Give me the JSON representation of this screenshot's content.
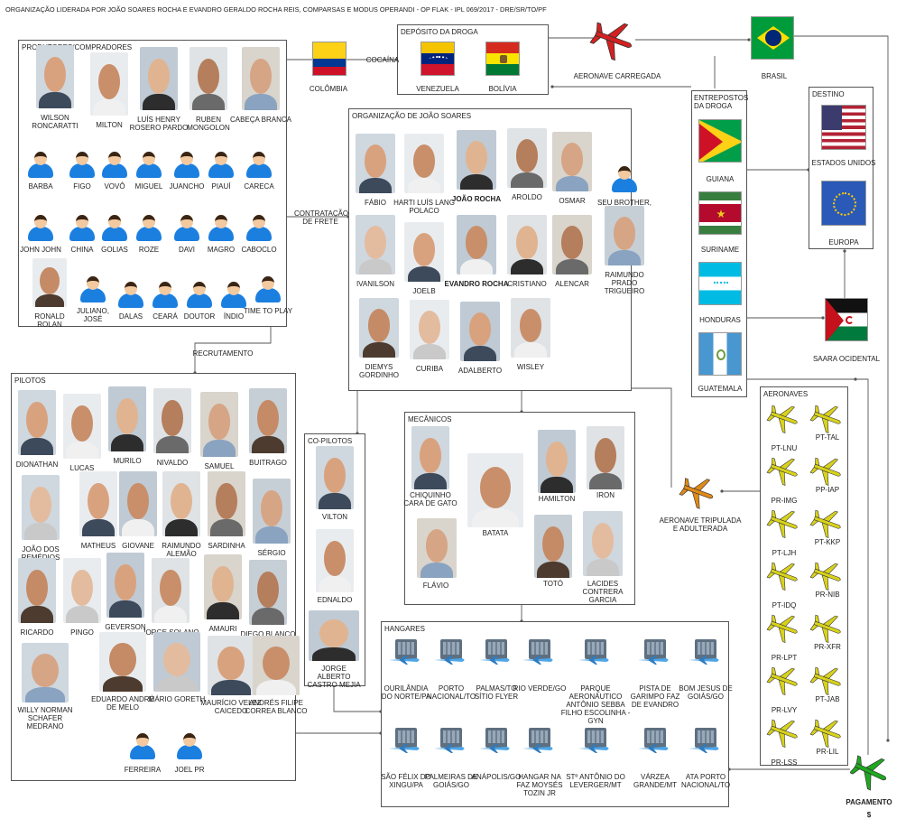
{
  "header": {
    "title": "ORGANIZAÇÃO LIDERADA POR JOÃO SOARES ROCHA E EVANDRO GERALDO ROCHA REIS, COMPARSAS E MODUS OPERANDI - OP FLAK - IPL 069/2017 - DRE/SR/TO/PF"
  },
  "colors": {
    "border": "#555555",
    "line": "#555555",
    "avatar_shirt": "#1b7fe0",
    "plane_red": "#d42020",
    "plane_yellow": "#d8d21c",
    "plane_orange": "#e08a18",
    "plane_green": "#1fa81f"
  },
  "groups": {
    "produtores": {
      "title": "PRODUTORES/COMPRADORES",
      "members": [
        {
          "name": "WILSON RONCARATTI",
          "kind": "photo"
        },
        {
          "name": "MILTON",
          "kind": "photo"
        },
        {
          "name": "LUÍS HENRY ROSERO PARDO",
          "kind": "photo"
        },
        {
          "name": "RUBEN MONGOLON",
          "kind": "photo"
        },
        {
          "name": "CABEÇA BRANCA",
          "kind": "photo"
        },
        {
          "name": "BARBA",
          "kind": "avatar"
        },
        {
          "name": "FIGO",
          "kind": "avatar"
        },
        {
          "name": "VOVÔ",
          "kind": "avatar"
        },
        {
          "name": "MIGUEL",
          "kind": "avatar"
        },
        {
          "name": "JUANCHO",
          "kind": "avatar"
        },
        {
          "name": "PIAUÍ",
          "kind": "avatar"
        },
        {
          "name": "CARECA",
          "kind": "avatar"
        },
        {
          "name": "JOHN JOHN",
          "kind": "avatar"
        },
        {
          "name": "CHINA",
          "kind": "avatar"
        },
        {
          "name": "GOLIAS",
          "kind": "avatar"
        },
        {
          "name": "ROZE",
          "kind": "avatar"
        },
        {
          "name": "DAVI",
          "kind": "avatar"
        },
        {
          "name": "MAGRO",
          "kind": "avatar"
        },
        {
          "name": "CABOCLO",
          "kind": "avatar"
        },
        {
          "name": "RONALD ROLAN",
          "kind": "photo"
        },
        {
          "name": "JULIANO, JOSÉ",
          "kind": "avatar"
        },
        {
          "name": "DALAS",
          "kind": "avatar"
        },
        {
          "name": "CEARÁ",
          "kind": "avatar"
        },
        {
          "name": "DOUTOR",
          "kind": "avatar"
        },
        {
          "name": "ÍNDIO",
          "kind": "avatar"
        },
        {
          "name": "TIME TO PLAY",
          "kind": "avatar"
        }
      ]
    },
    "organizacao": {
      "title": "ORGANIZAÇÃO DE JOÃO SOARES",
      "members": [
        {
          "name": "FÁBIO",
          "kind": "photo"
        },
        {
          "name": "HARTI LUÍS LANG POLACO",
          "kind": "photo"
        },
        {
          "name": "JOÃO ROCHA",
          "kind": "photo"
        },
        {
          "name": "AROLDO",
          "kind": "photo"
        },
        {
          "name": "OSMAR",
          "kind": "photo"
        },
        {
          "name": "SEU BROTHER, BRANCO",
          "kind": "avatar"
        },
        {
          "name": "IVANILSON",
          "kind": "photo"
        },
        {
          "name": "JOELB",
          "kind": "photo"
        },
        {
          "name": "EVANDRO ROCHA",
          "kind": "photo"
        },
        {
          "name": "CRISTIANO",
          "kind": "photo"
        },
        {
          "name": "ALENCAR",
          "kind": "photo"
        },
        {
          "name": "RAIMUNDO PRADO TRIGUEIRO",
          "kind": "photo"
        },
        {
          "name": "DIEMYS GORDINHO",
          "kind": "photo"
        },
        {
          "name": "CURIBA",
          "kind": "photo"
        },
        {
          "name": "ADALBERTO",
          "kind": "photo"
        },
        {
          "name": "WISLEY",
          "kind": "photo"
        }
      ]
    },
    "pilotos": {
      "title": "PILOTOS",
      "members": [
        {
          "name": "DIONATHAN",
          "kind": "photo"
        },
        {
          "name": "LUCAS",
          "kind": "photo"
        },
        {
          "name": "MURILO",
          "kind": "photo"
        },
        {
          "name": "NIVALDO",
          "kind": "photo"
        },
        {
          "name": "SAMUEL",
          "kind": "photo"
        },
        {
          "name": "BUITRAGO",
          "kind": "photo"
        },
        {
          "name": "JOÃO DOS REMÉDIOS",
          "kind": "photo"
        },
        {
          "name": "MATHEUS",
          "kind": "photo"
        },
        {
          "name": "GIOVANE",
          "kind": "photo"
        },
        {
          "name": "RAIMUNDO ALEMÃO",
          "kind": "photo"
        },
        {
          "name": "SARDINHA",
          "kind": "photo"
        },
        {
          "name": "SÉRGIO",
          "kind": "photo"
        },
        {
          "name": "RICARDO",
          "kind": "photo"
        },
        {
          "name": "PINGO",
          "kind": "photo"
        },
        {
          "name": "GEVERSON",
          "kind": "photo"
        },
        {
          "name": "JORGE SOLANO",
          "kind": "photo"
        },
        {
          "name": "AMAURI",
          "kind": "photo"
        },
        {
          "name": "DIEGO BLANCO",
          "kind": "photo"
        },
        {
          "name": "WILLY NORMAN SCHAFER MEDRANO",
          "kind": "photo"
        },
        {
          "name": "EDUARDO ANDRÉ DE MELO",
          "kind": "photo"
        },
        {
          "name": "MÁRIO GORETH",
          "kind": "photo"
        },
        {
          "name": "MAURÍCIO VELEZ CAICEDO",
          "kind": "photo"
        },
        {
          "name": "ANDRÉS FILIPE CORREA BLANCO",
          "kind": "photo"
        },
        {
          "name": "FERREIRA",
          "kind": "avatar"
        },
        {
          "name": "JOEL PR",
          "kind": "avatar"
        }
      ]
    },
    "copilotos": {
      "title": "CO-PILOTOS",
      "members": [
        {
          "name": "VILTON",
          "kind": "photo"
        },
        {
          "name": "EDNALDO",
          "kind": "photo"
        },
        {
          "name": "JORGE ALBERTO CASTRO MEJIA",
          "kind": "photo"
        }
      ]
    },
    "mecanicos": {
      "title": "MECÂNICOS",
      "members": [
        {
          "name": "CHIQUINHO CARA DE GATO",
          "kind": "photo"
        },
        {
          "name": "BATATA",
          "kind": "photo"
        },
        {
          "name": "HAMILTON",
          "kind": "photo"
        },
        {
          "name": "IRON",
          "kind": "photo"
        },
        {
          "name": "FLÁVIO",
          "kind": "photo"
        },
        {
          "name": "TOTÓ",
          "kind": "photo"
        },
        {
          "name": "LACIDES CONTRERA GARCIA",
          "kind": "photo"
        }
      ]
    }
  },
  "deposito": {
    "title": "DEPÓSITO DA DROGA",
    "countries": [
      "VENEZUELA",
      "BOLÍVIA"
    ]
  },
  "origin": {
    "country": "COLÔMBIA",
    "product": "COCAÍNA"
  },
  "aeronave_carregada": "AERONAVE CARREGADA",
  "brasil": "BRASIL",
  "entrepostos": {
    "title": "ENTREPOSTOS DA DROGA",
    "countries": [
      "GUIANA",
      "SURINAME",
      "HONDURAS",
      "GUATEMALA"
    ]
  },
  "destino": {
    "title": "DESTINO",
    "countries": [
      "ESTADOS UNIDOS",
      "EUROPA"
    ]
  },
  "saara": "SAARA OCIDENTAL",
  "aeronaves": {
    "title": "AERONAVES",
    "list": [
      "PT-LNU",
      "PT-TAL",
      "PR-IMG",
      "PP-IAP",
      "PT-LJH",
      "PT-KKP",
      "PT-IDQ",
      "PR-NIB",
      "PR-LPT",
      "PR-XFR",
      "PR-LVY",
      "PT-JAB",
      "PR-LSS",
      "PR-LIL"
    ]
  },
  "tripulada": "AERONAVE TRIPULADA E ADULTERADA",
  "pagamento": {
    "label": "PAGAMENTO",
    "symbol": "$"
  },
  "edges": {
    "contratacao": "CONTRATAÇÃO DE FRETE",
    "recrutamento": "RECRUTAMENTO"
  },
  "hangares": {
    "title": "HANGARES",
    "list": [
      "OURILÂNDIA DO NORTE/PA",
      "PORTO NACIONAL/TO",
      "PALMAS/TO SÍTIO FLYER",
      "RIO VERDE/GO",
      "PARQUE AERONÁUTICO ANTÔNIO SEBBA FILHO ESCOLINHA - GYN",
      "PISTA DE GARIMPO FAZ DE EVANDRO",
      "BOM JESUS DE GOIÁS/GO",
      "SÃO FÉLIX DO XINGU/PA",
      "PALMEIRAS DE GOIÁS/GO",
      "ANÁPOLIS/GO",
      "HANGAR NA FAZ MOYSÉS TOZIN JR",
      "STº ANTÔNIO DO LEVERGER/MT",
      "VÁRZEA GRANDE/MT",
      "ATA PORTO NACIONAL/TO"
    ]
  }
}
